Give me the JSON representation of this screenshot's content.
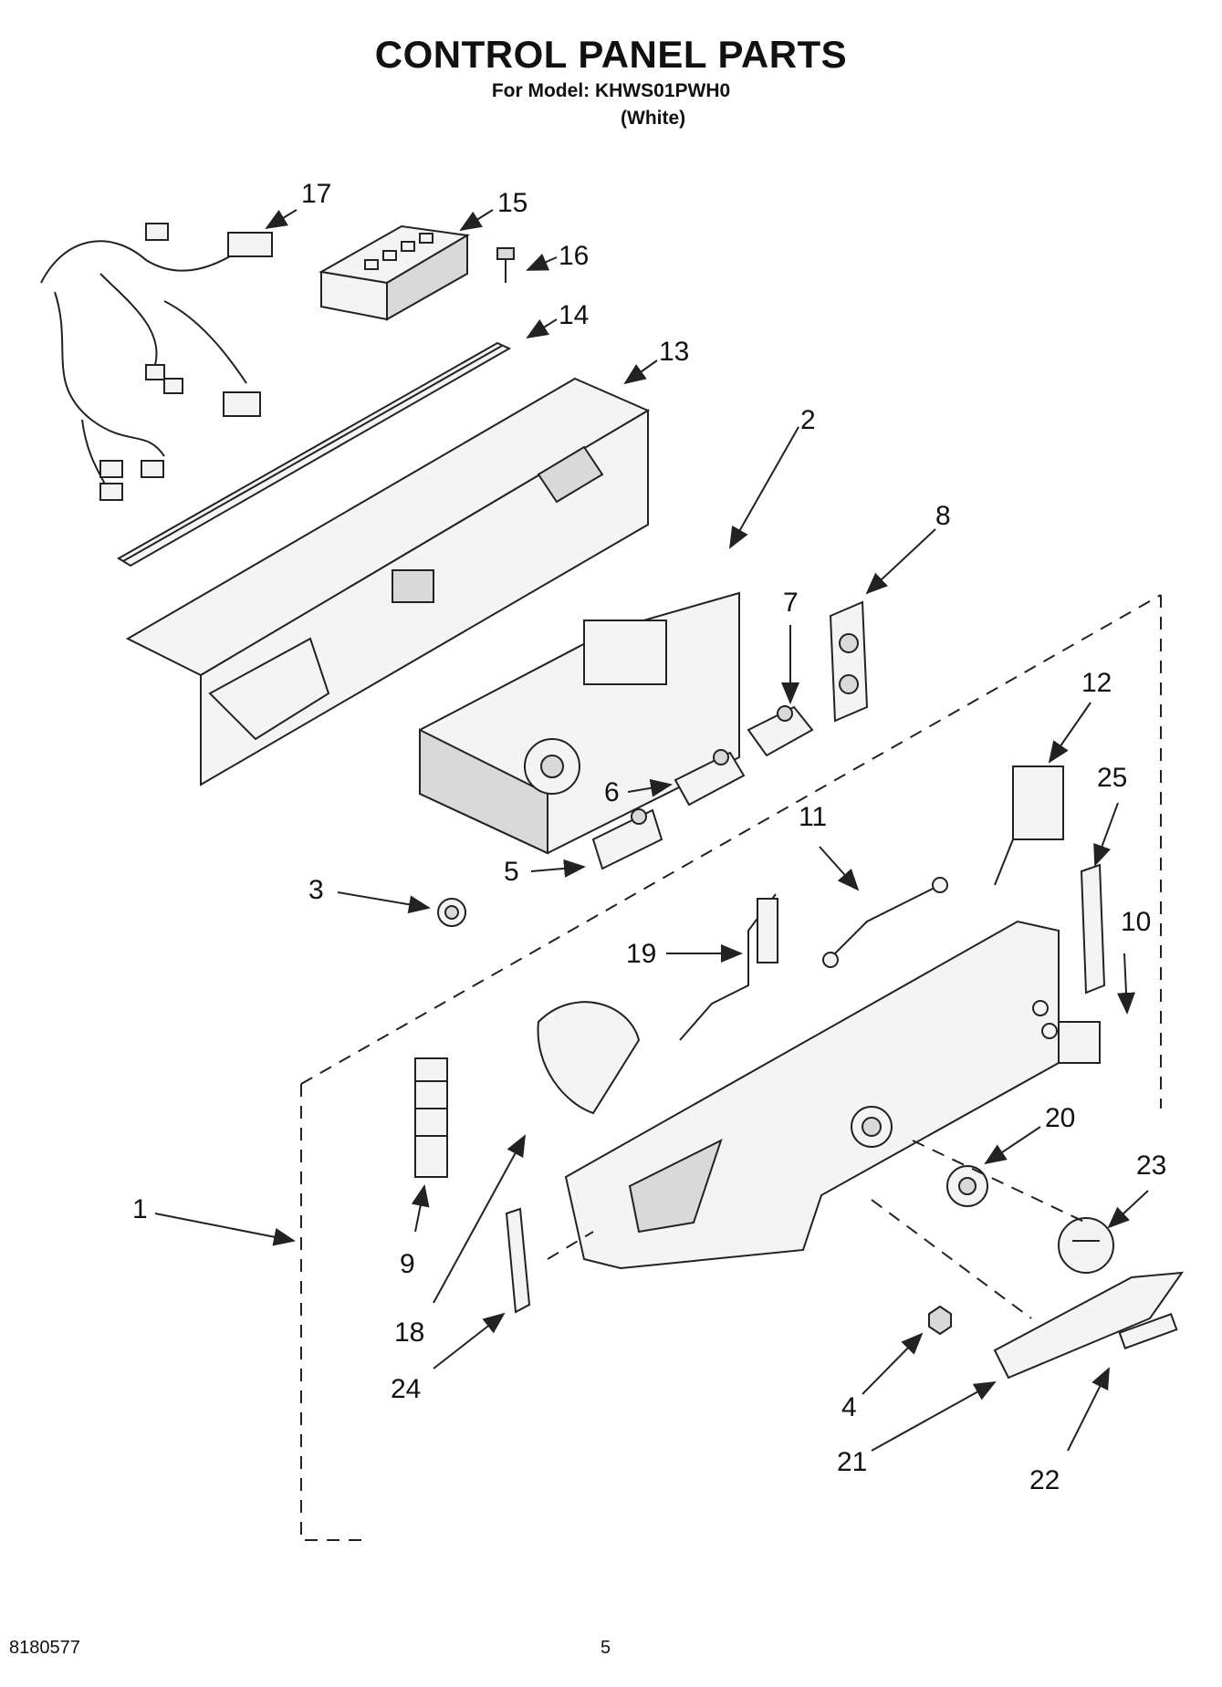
{
  "header": {
    "title": "CONTROL PANEL PARTS",
    "model_line": "For Model: KHWS01PWH0",
    "color_line": "(White)"
  },
  "footer": {
    "doc_number": "8180577",
    "page_number": "5"
  },
  "callouts": [
    {
      "id": "c17",
      "label": "17"
    },
    {
      "id": "c15",
      "label": "15"
    },
    {
      "id": "c16",
      "label": "16"
    },
    {
      "id": "c14",
      "label": "14"
    },
    {
      "id": "c13",
      "label": "13"
    },
    {
      "id": "c2",
      "label": "2"
    },
    {
      "id": "c8",
      "label": "8"
    },
    {
      "id": "c7",
      "label": "7"
    },
    {
      "id": "c12",
      "label": "12"
    },
    {
      "id": "c6",
      "label": "6"
    },
    {
      "id": "c25",
      "label": "25"
    },
    {
      "id": "c11",
      "label": "11"
    },
    {
      "id": "c5",
      "label": "5"
    },
    {
      "id": "c3",
      "label": "3"
    },
    {
      "id": "c10",
      "label": "10"
    },
    {
      "id": "c19",
      "label": "19"
    },
    {
      "id": "c20",
      "label": "20"
    },
    {
      "id": "c23",
      "label": "23"
    },
    {
      "id": "c1",
      "label": "1"
    },
    {
      "id": "c9",
      "label": "9"
    },
    {
      "id": "c18",
      "label": "18"
    },
    {
      "id": "c24",
      "label": "24"
    },
    {
      "id": "c4",
      "label": "4"
    },
    {
      "id": "c21",
      "label": "21"
    },
    {
      "id": "c22",
      "label": "22"
    }
  ]
}
